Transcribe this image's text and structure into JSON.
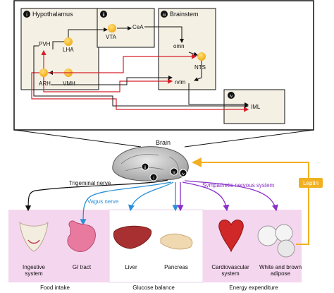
{
  "brain_regions": {
    "hypothalamus": {
      "numeral": "i",
      "title": "Hypothalamus",
      "nuclei": [
        "PVH",
        "LHA",
        "ARH",
        "VMH"
      ]
    },
    "vta_box": {
      "numeral": "ii",
      "nuclei": [
        "VTA",
        "CeA"
      ]
    },
    "brainstem": {
      "numeral": "iii",
      "title": "Brainstem",
      "nuclei": [
        "omn",
        "NTS",
        "rvlm"
      ]
    },
    "spinal": {
      "numeral": "iv",
      "nuclei": [
        "IML"
      ]
    }
  },
  "center": {
    "brain_label": "Brain",
    "roman": [
      "i",
      "ii",
      "iii",
      "iv"
    ],
    "leptin": "Leptin",
    "pathways": {
      "trigeminal": "Trigeminal nerve",
      "vagus": "Vagus nerve",
      "sympathetic": "Sympathetic nervous system"
    }
  },
  "organs": [
    {
      "name": "ingestive",
      "label_line1": "Ingestive",
      "label_line2": "system"
    },
    {
      "name": "gi",
      "label_line1": "GI tract",
      "label_line2": ""
    },
    {
      "name": "liver",
      "label_line1": "Liver",
      "label_line2": ""
    },
    {
      "name": "pancreas",
      "label_line1": "Pancreas",
      "label_line2": ""
    },
    {
      "name": "cardio",
      "label_line1": "Cardiovascular",
      "label_line2": "system"
    },
    {
      "name": "adipose",
      "label_line1": "White and brown",
      "label_line2": "adipose"
    }
  ],
  "sections": {
    "food_intake": "Food intake",
    "glucose_balance": "Glucose balance",
    "energy_expenditure": "Energy expenditure"
  },
  "colors": {
    "nucleus": "#f5b820",
    "box_fill": "#f4f0e4",
    "red_path": "#d8202a",
    "vagus_blue": "#2a8fd8",
    "sympathetic_purple": "#8a2fc8",
    "leptin_orange": "#f0b020",
    "panel_pink": "#f5d6ef",
    "panel_white": "#ffffff"
  }
}
